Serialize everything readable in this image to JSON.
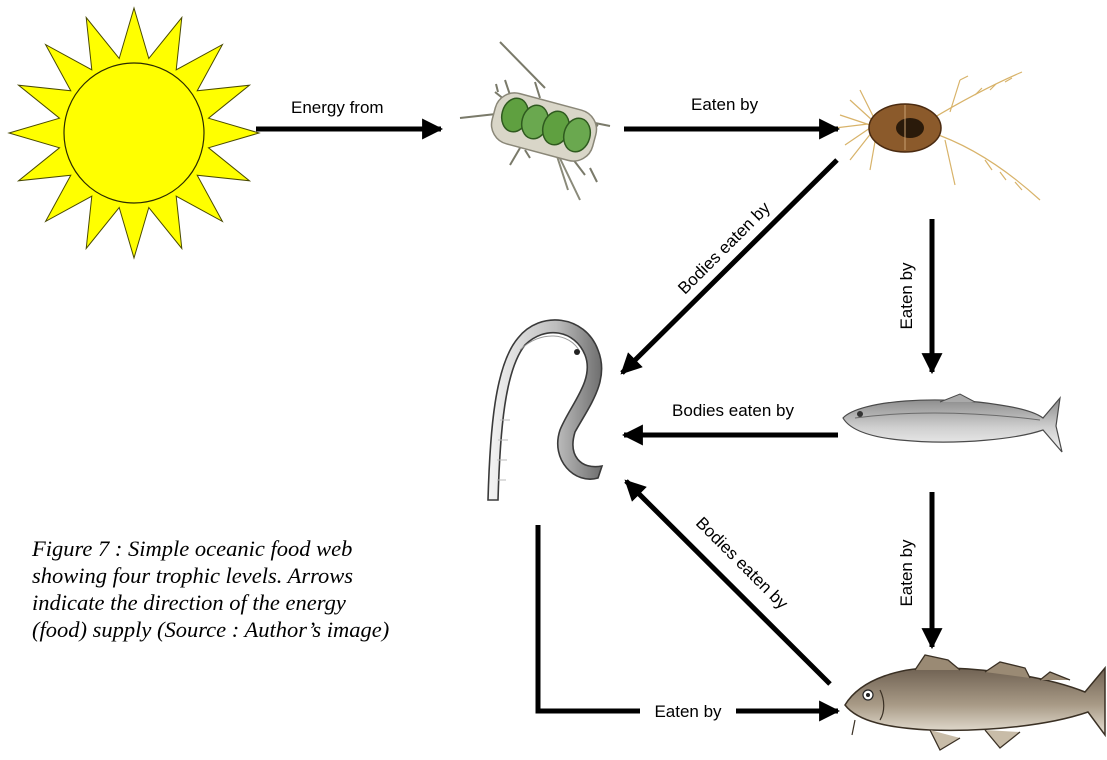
{
  "diagram": {
    "organisms": [
      {
        "key": "sun",
        "icon": "sun-icon"
      },
      {
        "key": "phytoplankton",
        "icon": "phytoplankton-icon"
      },
      {
        "key": "zooplankton",
        "icon": "zooplankton-icon"
      },
      {
        "key": "worm",
        "icon": "worm-icon"
      },
      {
        "key": "small_fish",
        "icon": "small-fish-icon"
      },
      {
        "key": "cod",
        "icon": "cod-icon"
      }
    ],
    "arrows": {
      "sun_to_phyto": "Energy from",
      "phyto_to_zoo": "Eaten by",
      "zoo_to_worm": "Bodies eaten by",
      "zoo_to_fish": "Eaten by",
      "fish_to_worm": "Bodies eaten by",
      "fish_to_cod": "Eaten by",
      "cod_to_worm": "Bodies eaten by",
      "worm_to_cod": "Eaten by"
    },
    "colors": {
      "sun": "#ffff00",
      "sun_outline": "#4a4a00",
      "phytoplankton": "#6aa84f",
      "zooplankton_body": "#8b5a2b",
      "arrow": "#000000"
    }
  },
  "caption": {
    "line1": "Figure 7 : Simple oceanic food web",
    "line2": "showing four trophic levels. Arrows",
    "line3": "indicate the direction of the energy",
    "line4": "(food) supply (Source : Author’s image)"
  }
}
